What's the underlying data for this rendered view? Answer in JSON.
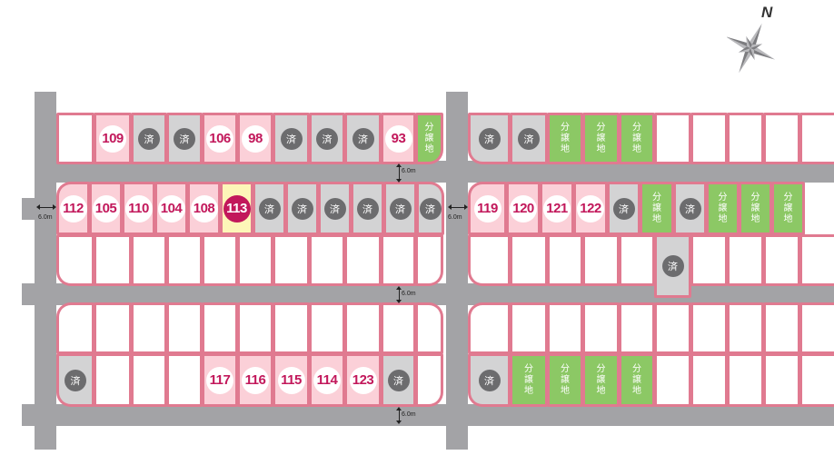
{
  "compass": {
    "label": "N"
  },
  "road_width_label": "6.0m",
  "legend": {
    "sold": "済",
    "green_lines": [
      "分",
      "譲",
      "地"
    ]
  },
  "blocks": [
    {
      "id": "row1-left",
      "lots": [
        {
          "type": "plain"
        },
        {
          "type": "avail",
          "label": "109"
        },
        {
          "type": "sold"
        },
        {
          "type": "sold"
        },
        {
          "type": "avail",
          "label": "106"
        },
        {
          "type": "avail",
          "label": "98"
        },
        {
          "type": "sold"
        },
        {
          "type": "sold"
        },
        {
          "type": "sold"
        },
        {
          "type": "avail",
          "label": "93"
        },
        {
          "type": "green"
        }
      ]
    },
    {
      "id": "row1-right",
      "lots": [
        {
          "type": "sold"
        },
        {
          "type": "sold"
        },
        {
          "type": "green"
        },
        {
          "type": "green"
        },
        {
          "type": "green"
        },
        {
          "type": "plain"
        },
        {
          "type": "plain"
        },
        {
          "type": "plain"
        },
        {
          "type": "plain"
        },
        {
          "type": "plain"
        }
      ]
    },
    {
      "id": "row2-left",
      "lots": [
        {
          "type": "avail",
          "label": "112"
        },
        {
          "type": "avail",
          "label": "105"
        },
        {
          "type": "avail",
          "label": "110"
        },
        {
          "type": "avail",
          "label": "104"
        },
        {
          "type": "avail",
          "label": "108"
        },
        {
          "type": "selected",
          "label": "113"
        },
        {
          "type": "sold"
        },
        {
          "type": "sold"
        },
        {
          "type": "sold"
        },
        {
          "type": "sold"
        },
        {
          "type": "sold"
        },
        {
          "type": "sold"
        }
      ]
    },
    {
      "id": "row2-right",
      "lots": [
        {
          "type": "avail",
          "label": "119"
        },
        {
          "type": "avail",
          "label": "120"
        },
        {
          "type": "avail",
          "label": "121"
        },
        {
          "type": "avail",
          "label": "122"
        },
        {
          "type": "sold"
        },
        {
          "type": "green"
        },
        {
          "type": "sold"
        },
        {
          "type": "green"
        },
        {
          "type": "green"
        },
        {
          "type": "green"
        }
      ]
    },
    {
      "id": "row3-left",
      "lots": [
        {
          "type": "plain"
        },
        {
          "type": "plain"
        },
        {
          "type": "plain"
        },
        {
          "type": "plain"
        },
        {
          "type": "plain"
        },
        {
          "type": "plain"
        },
        {
          "type": "plain"
        },
        {
          "type": "plain"
        },
        {
          "type": "plain"
        },
        {
          "type": "plain"
        },
        {
          "type": "plain"
        }
      ]
    },
    {
      "id": "row3-right",
      "lots": [
        {
          "type": "plain"
        },
        {
          "type": "plain"
        },
        {
          "type": "plain"
        },
        {
          "type": "plain"
        },
        {
          "type": "plain"
        },
        {
          "type": "sold"
        },
        {
          "type": "plain"
        },
        {
          "type": "plain"
        },
        {
          "type": "plain"
        },
        {
          "type": "plain"
        }
      ]
    },
    {
      "id": "row4-left",
      "lots": [
        {
          "type": "plain"
        },
        {
          "type": "plain"
        },
        {
          "type": "plain"
        },
        {
          "type": "plain"
        },
        {
          "type": "plain"
        },
        {
          "type": "plain"
        },
        {
          "type": "plain"
        },
        {
          "type": "plain"
        },
        {
          "type": "plain"
        },
        {
          "type": "plain"
        },
        {
          "type": "plain"
        }
      ]
    },
    {
      "id": "row4-right",
      "lots": [
        {
          "type": "plain"
        },
        {
          "type": "plain"
        },
        {
          "type": "plain"
        },
        {
          "type": "plain"
        },
        {
          "type": "plain"
        },
        {
          "type": "plain"
        },
        {
          "type": "plain"
        },
        {
          "type": "plain"
        },
        {
          "type": "plain"
        },
        {
          "type": "plain"
        }
      ]
    },
    {
      "id": "row5-left",
      "lots": [
        {
          "type": "sold"
        },
        {
          "type": "plain"
        },
        {
          "type": "plain"
        },
        {
          "type": "plain"
        },
        {
          "type": "avail",
          "label": "117"
        },
        {
          "type": "avail",
          "label": "116"
        },
        {
          "type": "avail",
          "label": "115"
        },
        {
          "type": "avail",
          "label": "114"
        },
        {
          "type": "avail",
          "label": "123"
        },
        {
          "type": "sold"
        },
        {
          "type": "plain"
        }
      ]
    },
    {
      "id": "row5-right",
      "lots": [
        {
          "type": "sold"
        },
        {
          "type": "green"
        },
        {
          "type": "green"
        },
        {
          "type": "green"
        },
        {
          "type": "green"
        },
        {
          "type": "plain"
        },
        {
          "type": "plain"
        },
        {
          "type": "plain"
        },
        {
          "type": "plain"
        },
        {
          "type": "plain"
        }
      ]
    }
  ]
}
